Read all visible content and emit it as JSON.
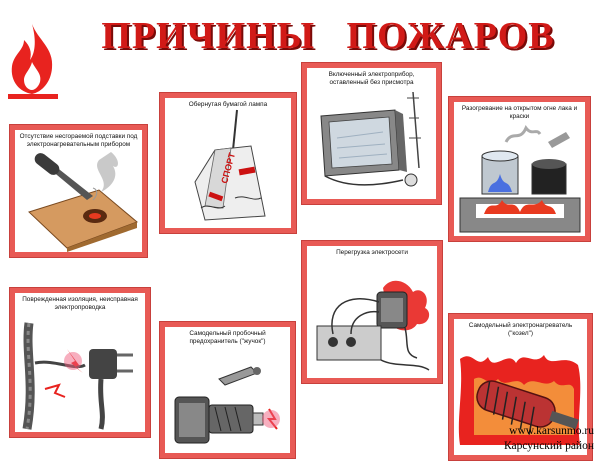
{
  "title": "ПРИЧИНЫ   ПОЖАРОВ",
  "colors": {
    "title": "#d11a17",
    "card_border": "#e85a55",
    "flame": "#e8231f"
  },
  "icons": [
    "flame-icon"
  ],
  "cards": [
    {
      "caption": "Отсутствие несгораемой подставки под электронагревательным прибором"
    },
    {
      "caption": "Обернутая бумагой лампа"
    },
    {
      "caption": "Включенный электроприбор, оставленный без присмотра"
    },
    {
      "caption": "Разогревание на открытом огне лака и краски"
    },
    {
      "caption": "Поврежденная изоляция, неисправная электропроводка"
    },
    {
      "caption": "Самодельный пробочный предохранитель (\"жучок\")"
    },
    {
      "caption": "Перегрузка электросети"
    },
    {
      "caption": "Самодельный электронагреватель (\"козел\")"
    }
  ],
  "footer": {
    "site": "www.karsunmo.ru",
    "region": "Карсунский район"
  }
}
